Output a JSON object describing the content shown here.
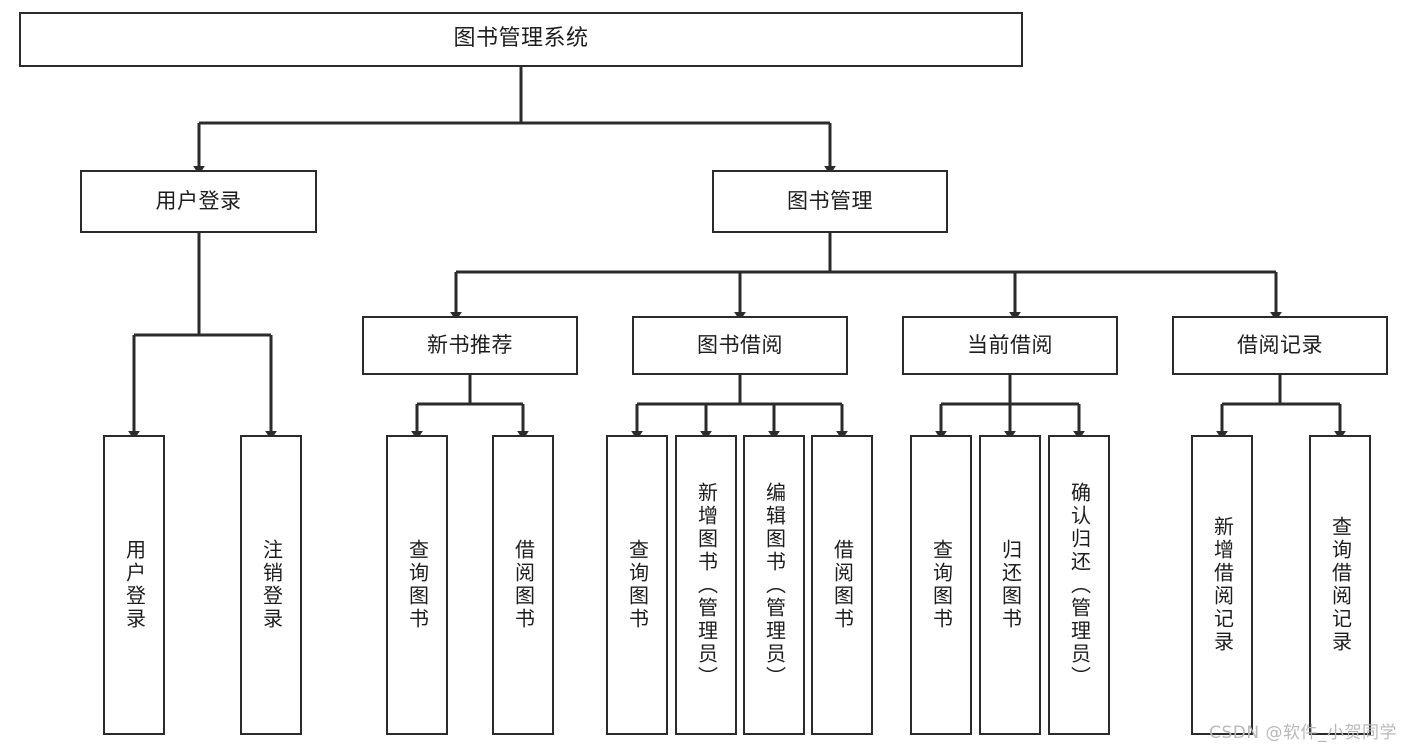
{
  "diagram": {
    "title": "图书管理系统",
    "type": "tree-hierarchy",
    "colors": {
      "box_border": "#2b2b2b",
      "box_fill": "#ffffff",
      "connector": "#2b2b2b",
      "text": "#1d1d1d",
      "watermark": "#b9b9b9",
      "background": "#ffffff"
    },
    "root": {
      "label": "图书管理系统"
    },
    "level2": [
      {
        "id": "user-login",
        "label": "用户登录"
      },
      {
        "id": "book-management",
        "label": "图书管理"
      }
    ],
    "level3": [
      {
        "id": "new-book-recommend",
        "label": "新书推荐"
      },
      {
        "id": "book-borrow",
        "label": "图书借阅"
      },
      {
        "id": "current-borrow",
        "label": "当前借阅"
      },
      {
        "id": "borrow-record",
        "label": "借阅记录"
      }
    ],
    "leaves": {
      "user_login": [
        {
          "id": "leaf-user-login",
          "label": "用户登录"
        },
        {
          "id": "leaf-logout-login",
          "label": "注销登录"
        }
      ],
      "new_book_recommend": [
        {
          "id": "leaf-query-book-1",
          "label": "查询图书"
        },
        {
          "id": "leaf-borrow-book-1",
          "label": "借阅图书"
        }
      ],
      "book_borrow": [
        {
          "id": "leaf-query-book-2",
          "label": "查询图书"
        },
        {
          "id": "leaf-add-book",
          "label": "新增图书（管理员）"
        },
        {
          "id": "leaf-edit-book",
          "label": "编辑图书（管理员）"
        },
        {
          "id": "leaf-borrow-book-2",
          "label": "借阅图书"
        }
      ],
      "current_borrow": [
        {
          "id": "leaf-query-book-3",
          "label": "查询图书"
        },
        {
          "id": "leaf-return-book",
          "label": "归还图书"
        },
        {
          "id": "leaf-confirm-return",
          "label": "确认归还（管理员）"
        }
      ],
      "borrow_record": [
        {
          "id": "leaf-add-record",
          "label": "新增借阅记录"
        },
        {
          "id": "leaf-query-record",
          "label": "查询借阅记录"
        }
      ]
    }
  },
  "watermark": {
    "text": "CSDN @软件_小贺同学"
  }
}
